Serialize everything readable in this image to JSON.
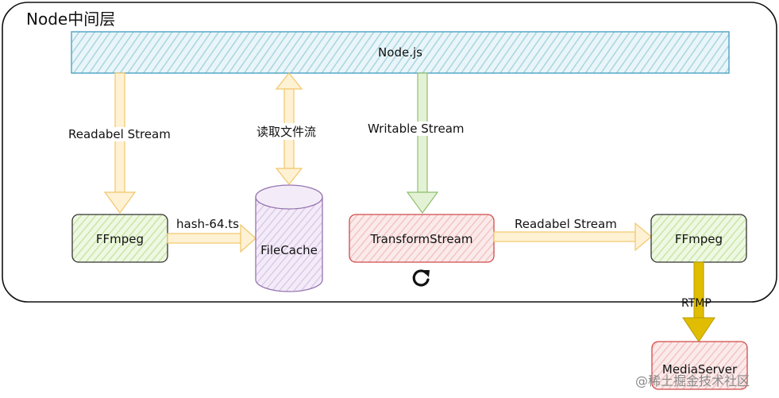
{
  "container": {
    "title": "Node中间层"
  },
  "nodes": {
    "nodejs": {
      "label": "Node.js"
    },
    "ffmpeg_left": {
      "label": "FFmpeg"
    },
    "filecache": {
      "label": "FileCache"
    },
    "transform": {
      "label": "TransformStream"
    },
    "ffmpeg_right": {
      "label": "FFmpeg"
    },
    "mediaserver": {
      "label": "MediaServer"
    }
  },
  "edges": {
    "readable_left": {
      "label": "Readabel Stream"
    },
    "read_file": {
      "label": "读取文件流"
    },
    "writable": {
      "label": "Writable Stream"
    },
    "hash": {
      "label": "hash-64.ts"
    },
    "readable_right": {
      "label": "Readabel Stream"
    },
    "rtmp": {
      "label": "RTMP"
    }
  },
  "icons": {
    "loop": "refresh-icon"
  },
  "watermark": {
    "text": "@稀土掘金技术社区"
  },
  "colors": {
    "nodejs_fill": "#d7ecf2",
    "nodejs_stroke": "#4ea3c4",
    "ffmpeg_fill": "#dff1c8",
    "ffmpeg_stroke": "#333333",
    "filecache_fill": "#e6d9f0",
    "filecache_stroke": "#9673b0",
    "transform_fill": "#f8d7d7",
    "transform_stroke": "#d04a4a",
    "arrow_yellow": "#ffe7b0",
    "arrow_yellow_stroke": "#f2c66c",
    "arrow_green": "#d9ecc8",
    "arrow_green_stroke": "#8fbf70",
    "rtmp_arrow": "#e0bd00"
  }
}
